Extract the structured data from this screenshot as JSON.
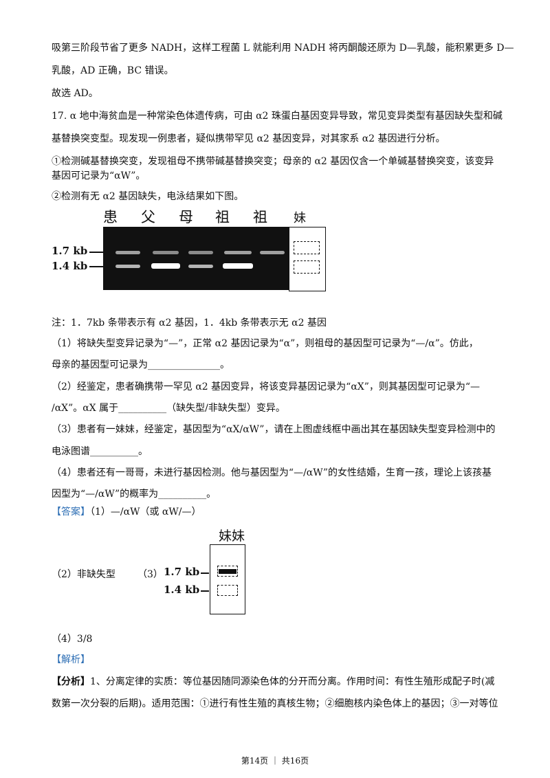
{
  "lines": {
    "l1": "吸第三阶段节省了更多 NADH，这样工程菌 L 就能利用 NADH 将丙酮酸还原为 D—乳酸，能积累更多 D—",
    "l2": "乳酸，AD 正确，BC 错误。",
    "l3": "故选 AD。",
    "l4": "17. α 地中海贫血是一种常染色体遗传病，可由 α2 珠蛋白基因变异导致，常见变异类型有基因缺失型和碱",
    "l5": "基替换突变型。现发现一例患者，疑似携带罕见 α2 基因变异，对其家系 α2 基因进行分析。",
    "l6": "①检测碱基替换突变，发现祖母不携带碱基替换突变；母亲的 α2 基因仅含一个单碱基替换突变，该变异",
    "l7": "基因可记录为“αW”。",
    "l8": "②检测有无 α2 基因缺失，电泳结果如下图。",
    "l9": "注：1．7kb 条带表示有 α2 基因，1．4kb 条带表示无 α2 基因",
    "l10": "（1）将缺失型变异记录为“—”，正常 α2 基因记录为“α”，则祖母的基因型可记录为“—/α”。仿此，",
    "l11": "母亲的基因型可记录为_______________。",
    "l12": "（2）经鉴定，患者确携带一罕见 α2 基因变异，将该变异基因记录为“αX”，则其基因型可记录为“—",
    "l13": "/αX”。αX 属于__________（缺失型/非缺失型）变异。",
    "l14": "（3）患者有一妹妹，经鉴定，基因型为“αX/αW”，请在上图虚线框中画出其在基因缺失型变异检测中的",
    "l15": "电泳图谱__________。",
    "l16": "（4）患者还有一哥哥，未进行基因检测。他与基因型为“—/αW”的女性结婚，生育一孩，理论上该孩基",
    "l17": "因型为“—/αW”的概率为__________。",
    "answer_tag": "【答案】",
    "answer1": "（1）—/αW（或 αW/—）",
    "answer2": "（2）非缺失型",
    "answer3": "（3）",
    "answer4": "（4）3/8",
    "analysis_tag": "【解析】",
    "analysis_head": "【分析】",
    "analysis1": "1、分离定律的实质：等位基因随同源染色体的分开而分离。作用时间：有性生殖形成配子时(减",
    "analysis2": "数第一次分裂的后期)。适用范围：①进行有性生殖的真核生物；②细胞核内染色体上的基因；③一对等位"
  },
  "gel": {
    "lanes": [
      "患者",
      "父亲",
      "母亲",
      "祖母",
      "祖父",
      "妹妹"
    ],
    "kb_high": "1.7 kb",
    "kb_low": "1.4 kb"
  },
  "answer_fig": {
    "lane": "妹妹",
    "kb_high": "1.7 kb",
    "kb_low": "1.4 kb"
  },
  "footer": "第14页 ｜ 共16页"
}
